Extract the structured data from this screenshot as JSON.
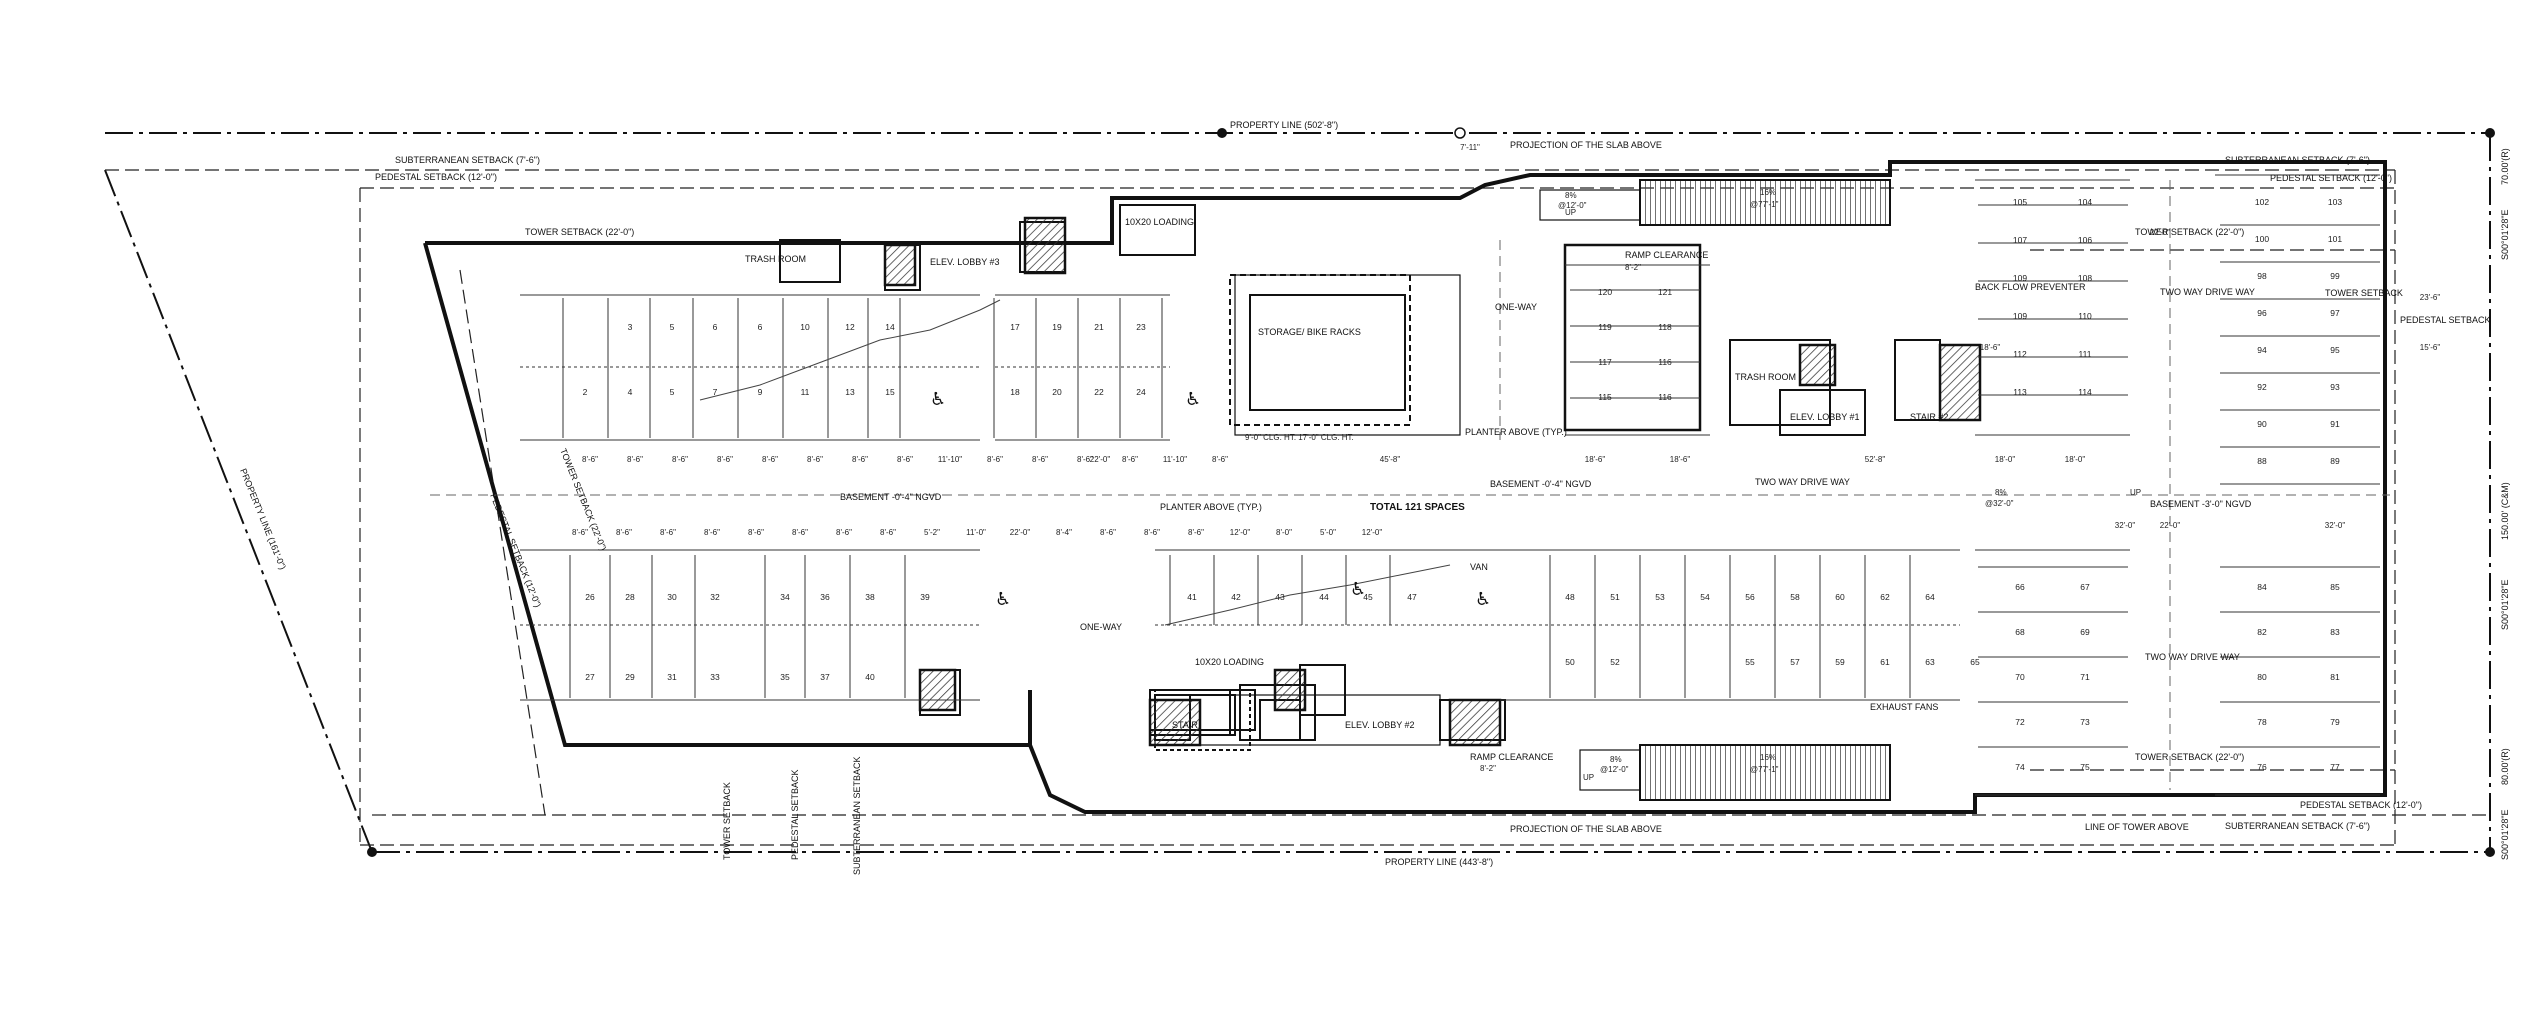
{
  "property_lines": {
    "top": "PROPERTY LINE (502'-8\")",
    "bottom": "PROPERTY LINE (443'-8\")",
    "left": "PROPERTY LINE (161'-0\")",
    "right": "150.00' (C&M)",
    "right_top_bearing": "S00°01'28\"E",
    "right_top_dist": "70.00'(R)",
    "right_mid_bearing": "S00°01'28\"E",
    "right_bottom_bearing": "S00°01'28\"E",
    "right_bottom_dist": "80.00'(R)"
  },
  "setbacks": {
    "subterranean_top": "SUBTERRANEAN SETBACK (7'-6\")",
    "pedestal_top": "PEDESTAL SETBACK (12'-0\")",
    "tower_left": "TOWER SETBACK (22'-0\")",
    "subterranean_top_right": "SUBTERRANEAN SETBACK (7'-6\")",
    "pedestal_top_right": "PEDESTAL SETBACK (12'-0\")",
    "tower_right_top": "TOWER SETBACK",
    "pedestal_right": "PEDESTAL SETBACK",
    "tower_right_a": "TOWER SETBACK (22'-0\")",
    "tower_right_b": "TOWER SETBACK (22'-0\")",
    "pedestal_bottom_right": "PEDESTAL SETBACK (12'-0\")",
    "subterranean_bottom_right": "SUBTERRANEAN SETBACK (7'-6\")",
    "tower_bottom": "TOWER SETBACK",
    "pedestal_bottom": "PEDESTAL SETBACK",
    "subterranean_bottom": "SUBTERRANEAN SETBACK",
    "tower_diag": "TOWER SETBACK (22'-0\")",
    "pedestal_diag": "PEDESTAL SETBACK (12'-0\")"
  },
  "rooms": {
    "trash_room_top": "TRASH ROOM",
    "elev_lobby_3": "ELEV. LOBBY #3",
    "loading_top": "10X20 LOADING",
    "storage": "STORAGE/ BIKE RACKS",
    "storage_clg": "9'-0\" CLG. HT. 17'-0\" CLG. HT.",
    "one_way_top": "ONE-WAY",
    "planter_above_1": "PLANTER ABOVE (TYP.)",
    "planter_above_2": "PLANTER ABOVE (TYP.)",
    "total_spaces": "TOTAL 121 SPACES",
    "basement_1": "BASEMENT -0'-4\" NGVD",
    "basement_2": "BASEMENT -0'-4\" NGVD",
    "basement_3": "BASEMENT -3'-0\" NGVD",
    "trash_room_2": "TRASH ROOM",
    "elev_lobby_1": "ELEV. LOBBY #1",
    "stair_2": "STAIR #2",
    "back_flow": "BACK FLOW PREVENTER",
    "two_way_1": "TWO WAY DRIVE WAY",
    "two_way_2": "TWO WAY DRIVE WAY",
    "two_way_3": "TWO WAY DRIVE WAY",
    "ramp_clearance_top": "RAMP CLEARANCE",
    "ramp_clearance_top_dim": "8'-2\"",
    "ramp_clearance_bot": "RAMP CLEARANCE",
    "ramp_clearance_bot_dim": "8'-2\"",
    "projection_top": "PROJECTION OF THE SLAB ABOVE",
    "projection_bot": "PROJECTION OF THE SLAB ABOVE",
    "ramp_top_pct": "16%",
    "ramp_top_len": "@77'-1\"",
    "ramp_top_small_pct": "8%",
    "ramp_top_small_len": "@12'-0\"",
    "ramp_bot_pct": "16%",
    "ramp_bot_len": "@77'-1\"",
    "ramp_bot_small_pct": "8%",
    "ramp_bot_small_len": "@12'-0\"",
    "mid_ramp_pct": "8%",
    "mid_ramp_len": "@32'-0\"",
    "one_way_bottom": "ONE-WAY",
    "loading_bottom": "10X20 LOADING",
    "elev_lobby_2": "ELEV. LOBBY #2",
    "stair_bottom": "STAIR",
    "exhaust_fans": "EXHAUST FANS",
    "line_of_tower": "LINE OF TOWER ABOVE",
    "van": "VAN",
    "up_1": "UP",
    "up_2": "UP",
    "up_3": "UP"
  },
  "parking_top_left": [
    "3",
    "5",
    "6",
    "6",
    "10",
    "12",
    "14",
    "2",
    "4",
    "5",
    "7",
    "9",
    "11",
    "13",
    "15"
  ],
  "parking_top_mid": [
    "17",
    "19",
    "21",
    "23",
    "18",
    "20",
    "22",
    "24"
  ],
  "parking_row2_left": [
    "26",
    "28",
    "30",
    "32",
    "34",
    "36",
    "38",
    "39",
    "27",
    "29",
    "31",
    "33",
    "35",
    "37",
    "40"
  ],
  "parking_row2_mid": [
    "41",
    "42",
    "43",
    "44",
    "45",
    "47"
  ],
  "parking_row2_right": [
    "48",
    "51",
    "53",
    "54",
    "56",
    "58",
    "60",
    "62",
    "64",
    "50",
    "52",
    "55",
    "57",
    "59",
    "61",
    "63",
    "65"
  ],
  "parking_right_block": [
    "120",
    "121",
    "119",
    "118",
    "117",
    "116",
    "115",
    "116"
  ],
  "parking_far_right_a": [
    "105",
    "104",
    "107",
    "106",
    "109",
    "108",
    "109",
    "110",
    "112",
    "111",
    "113",
    "114"
  ],
  "parking_far_right_b": [
    "102",
    "103",
    "100",
    "101",
    "98",
    "99",
    "96",
    "97",
    "94",
    "95",
    "92",
    "93",
    "90",
    "91",
    "88",
    "89"
  ],
  "parking_lower_right_a": [
    "66",
    "67",
    "68",
    "69",
    "70",
    "71",
    "72",
    "73",
    "74",
    "75"
  ],
  "parking_lower_right_b": [
    "84",
    "85",
    "82",
    "83",
    "80",
    "81",
    "78",
    "79",
    "76",
    "77"
  ],
  "dims_row1": [
    "8'-6\"",
    "8'-6\"",
    "8'-6\"",
    "8'-6\"",
    "8'-6\"",
    "8'-6\"",
    "8'-6\"",
    "8'-6\"",
    "11'-10\"",
    "8'-6\"",
    "8'-6\"",
    "8'-6\"",
    "8'-6\"",
    "11'-10\"",
    "8'-6\""
  ],
  "dims_row2": [
    "8'-6\"",
    "8'-6\"",
    "8'-6\"",
    "8'-6\"",
    "8'-6\"",
    "8'-6\"",
    "8'-6\"",
    "8'-6\"",
    "5'-2\"",
    "11'-0\"",
    "22'-0\"",
    "8'-4\"",
    "8'-6\"",
    "8'-6\"",
    "8'-6\"",
    "12'-0\"",
    "8'-0\"",
    "5'-0\"",
    "12'-0\""
  ],
  "dims_misc": [
    "22'-0\"",
    "45'-8\"",
    "18'-6\"",
    "18'-6\"",
    "52'-8\"",
    "18'-0\"",
    "18'-0\"",
    "32'-0\"",
    "22'-0\"",
    "32'-0\"",
    "7'-11\"",
    "22'-0\"",
    "23'-6\"",
    "15'-6\"",
    "18'-6\""
  ]
}
